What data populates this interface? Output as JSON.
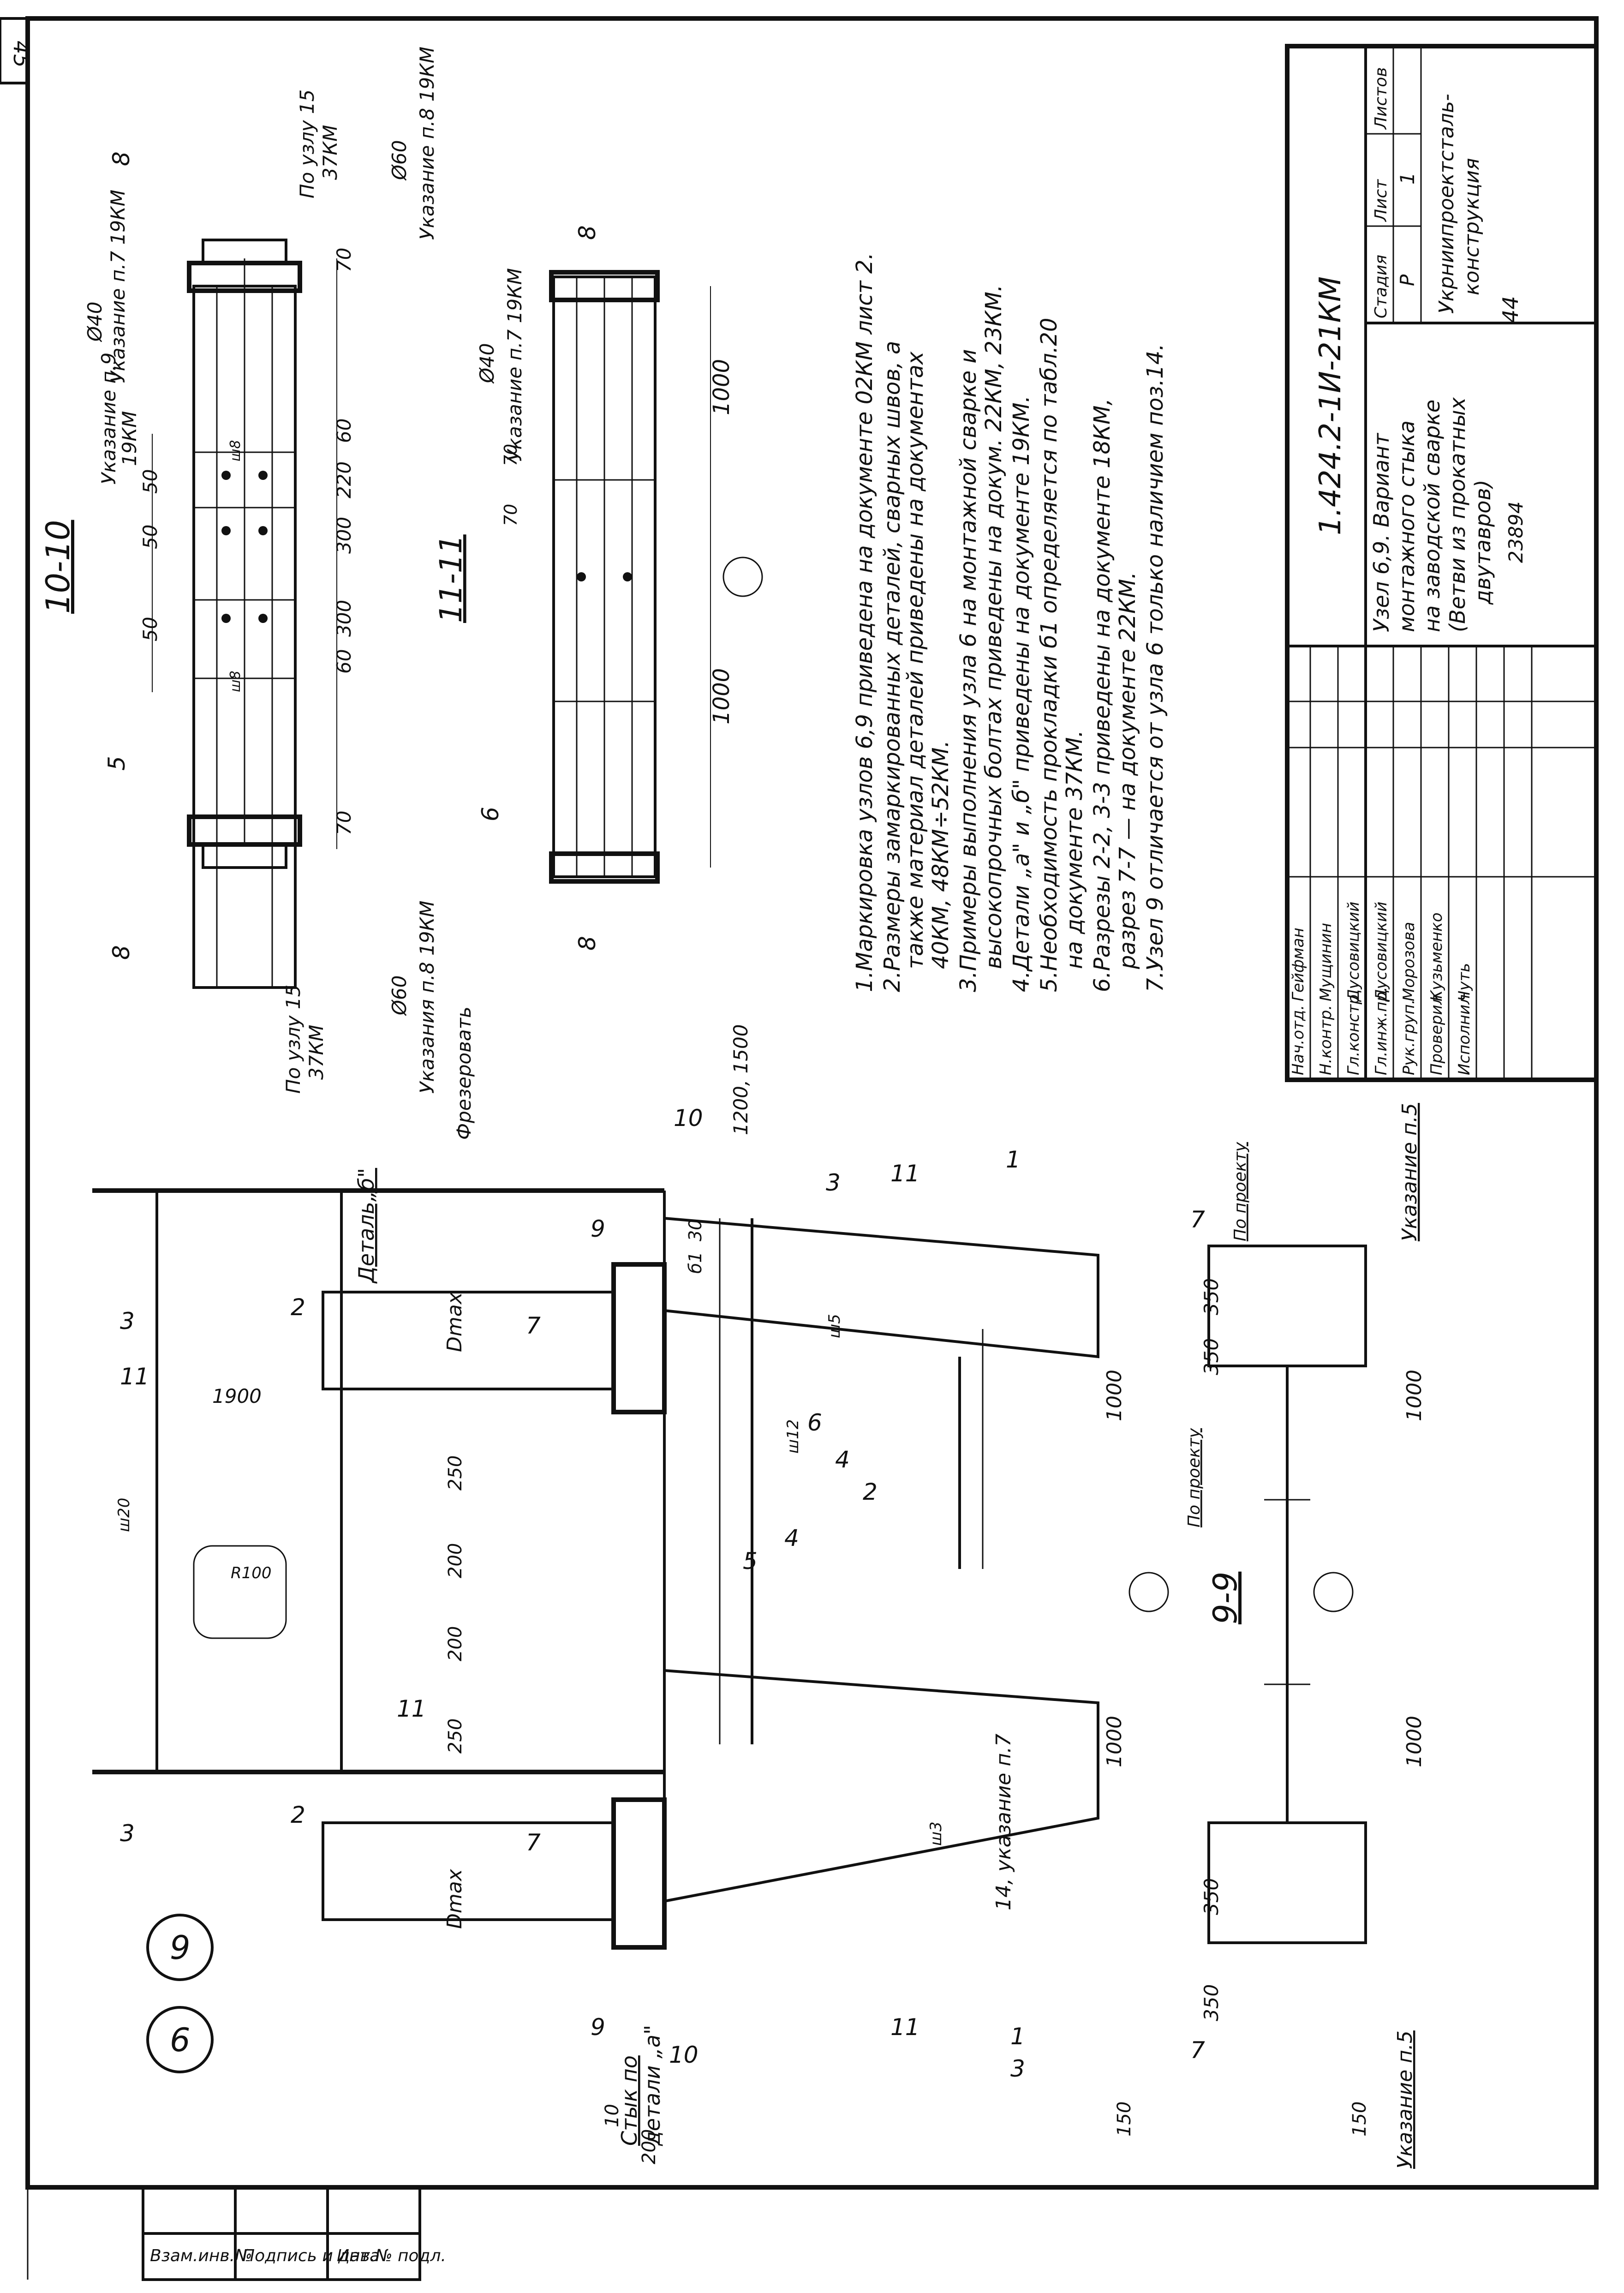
{
  "sheet_number_corner": "45",
  "node_labels": {
    "node6": "6",
    "node9": "9"
  },
  "notes": [
    "1.Маркировка узлов 6,9 приведена на документе 02КМ лист 2.",
    "2.Размеры замаркированных деталей, сварных швов, а",
    "также материал деталей приведены на документах",
    "40КМ, 48КМ÷52КМ.",
    "3.Примеры выполнения узла 6 на монтажной сварке и",
    "высокопрочных болтах приведены на докум. 22КМ, 23КМ.",
    "4.Детали „а\" и „б\" приведены на документе  19КМ.",
    "5.Необходимость прокладки б1 определяется по табл.20",
    "на документе 37КМ.",
    "6.Разрезы 2-2, 3-3 приведены на документе 18КМ,",
    "разрез 7-7 — на документе 22КМ.",
    "7.Узел 9 отличается от узла 6 только наличием поз.14."
  ],
  "title_block": {
    "doc_code": "1.424.2-1И-21КМ",
    "title_lines": [
      "Узел 6,9. Вариант",
      "монтажного стыка",
      "на заводской сварке",
      "(Ветви из прокатных",
      "двутавров)"
    ],
    "stage_header": "Стадия",
    "sheet_header": "Лист",
    "sheets_header": "Листов",
    "stage": "Р",
    "sheet": "1",
    "org": [
      "Укрниипроектсталь-",
      "конструкция"
    ],
    "archive_no": "23894",
    "page_no": "44",
    "roles": [
      {
        "role": "Нач.отд.",
        "name": "Гейфман"
      },
      {
        "role": "Н.контр.",
        "name": "Мущинин"
      },
      {
        "role": "Гл.констр.",
        "name": "Дусовицкий"
      },
      {
        "role": "Гл.инж.пр.",
        "name": "Дусовицкий"
      },
      {
        "role": "Рук.груп.",
        "name": "Морозова"
      },
      {
        "role": "Проверил",
        "name": "Кузьменко"
      },
      {
        "role": "Исполнил",
        "name": "Чуть"
      }
    ]
  },
  "side_stamp": [
    "Инв.№ подл.",
    "Подпись и дата",
    "Взам.инв.№"
  ],
  "section_10_10": {
    "title": "10-10",
    "dims_top": [
      "50",
      "50",
      "50"
    ],
    "dims_bottom": [
      "70",
      "60",
      "60",
      "300",
      "300",
      "220",
      "70"
    ],
    "pos_left": "8",
    "pos_5": "5",
    "pos_right": "8",
    "left_ref": [
      "По узлу 15",
      "37КМ"
    ],
    "right_ref": [
      "По узлу 15",
      "37КМ"
    ],
    "left_dia": "Ø60",
    "right_dia": "Ø60",
    "left_note": "Указания п.8 19КМ",
    "right_note": "Указание п.8 19КМ",
    "top_dia": "Ø40",
    "top_note": "Указание п.7 19КМ",
    "mid_note": [
      "Указание п.9",
      "19КМ"
    ],
    "weld": "ш8"
  },
  "section_11_11": {
    "title": "11-11",
    "dia": "Ø40",
    "note": "Указание п.7 19КМ",
    "dims": [
      "1000",
      "1000"
    ],
    "small_dims": [
      "70",
      "70"
    ],
    "pos_6": "6",
    "pos_8": "8"
  },
  "main_view": {
    "pos": [
      "1",
      "2",
      "3",
      "4",
      "5",
      "6",
      "11",
      "14, указание п.7"
    ],
    "sec_marks": [
      "2",
      "3",
      "7",
      "9",
      "10",
      "11"
    ],
    "dim_1900": "1900",
    "dims_web": [
      "250",
      "200",
      "200",
      "250"
    ],
    "dims_1000": [
      "1000",
      "1000"
    ],
    "dim_1200": "1200, 1500",
    "dim_30": "30",
    "dim_b1": "б1",
    "dim_200": "200",
    "dim_10": "10",
    "dmax": "Dmax",
    "radius": "R100",
    "detail_b": "Деталь„б\"",
    "mill": "Фрезеровать",
    "joint_a": [
      "Стык по",
      "детали „а\""
    ],
    "welds": [
      "ш20",
      "ш12",
      "ш5",
      "ш3"
    ]
  },
  "section_9_9": {
    "title": "9-9",
    "dims_left": [
      "350",
      "350"
    ],
    "dims_right": [
      "350",
      "350"
    ],
    "dims_span": [
      "1000",
      "1000"
    ],
    "dims_150": [
      "150",
      "150"
    ],
    "pos_7": "7",
    "note_p5": "Указание п.5",
    "by_project": "По проекту"
  }
}
